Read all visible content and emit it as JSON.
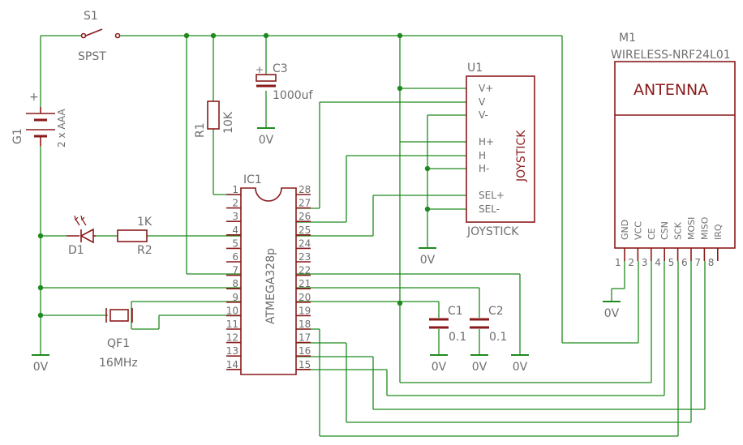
{
  "labels": {
    "s1_name": "S1",
    "s1_value": "SPST",
    "g1_name": "G1",
    "g1_value": "2 x AAA",
    "c3_name": "C3",
    "c3_value": "1000uf",
    "r1_name": "R1",
    "r1_value": "10K",
    "d1_name": "D1",
    "r2_name": "R2",
    "r2_value": "1K",
    "ic1_name": "IC1",
    "ic1_value": "ATMEGA328p",
    "qf1_name": "QF1",
    "qf1_value": "16MHz",
    "c1_name": "C1",
    "c1_value": "0.1",
    "c2_name": "C2",
    "c2_value": "0.1",
    "u1_name": "U1",
    "u1_value": "JOYSTICK",
    "u1_body": "JOYSTICK",
    "m1_name": "M1",
    "m1_value": "WIRELESS-NRF24L01",
    "m1_antenna": "ANTENNA",
    "ground": "0V",
    "plus": "+"
  },
  "ic1_pins_left": [
    "1",
    "2",
    "3",
    "4",
    "5",
    "6",
    "7",
    "8",
    "9",
    "10",
    "11",
    "12",
    "13",
    "14"
  ],
  "ic1_pins_right": [
    "28",
    "27",
    "26",
    "25",
    "24",
    "23",
    "22",
    "21",
    "20",
    "19",
    "18",
    "17",
    "16",
    "15"
  ],
  "u1_pins": [
    "V+",
    "V",
    "V-",
    "H+",
    "H",
    "H-",
    "SEL+",
    "SEL-"
  ],
  "m1_pin_names": [
    "GND",
    "VCC",
    "CE",
    "CSN",
    "SCK",
    "MOSI",
    "MISO",
    "IRQ"
  ],
  "m1_pin_numbers": [
    "1",
    "2",
    "3",
    "4",
    "5",
    "6",
    "7",
    "8"
  ],
  "colors": {
    "wire": "#1f8a1f",
    "component": "#8a1a1a",
    "text": "#6e6e6e",
    "background": "#ffffff"
  }
}
